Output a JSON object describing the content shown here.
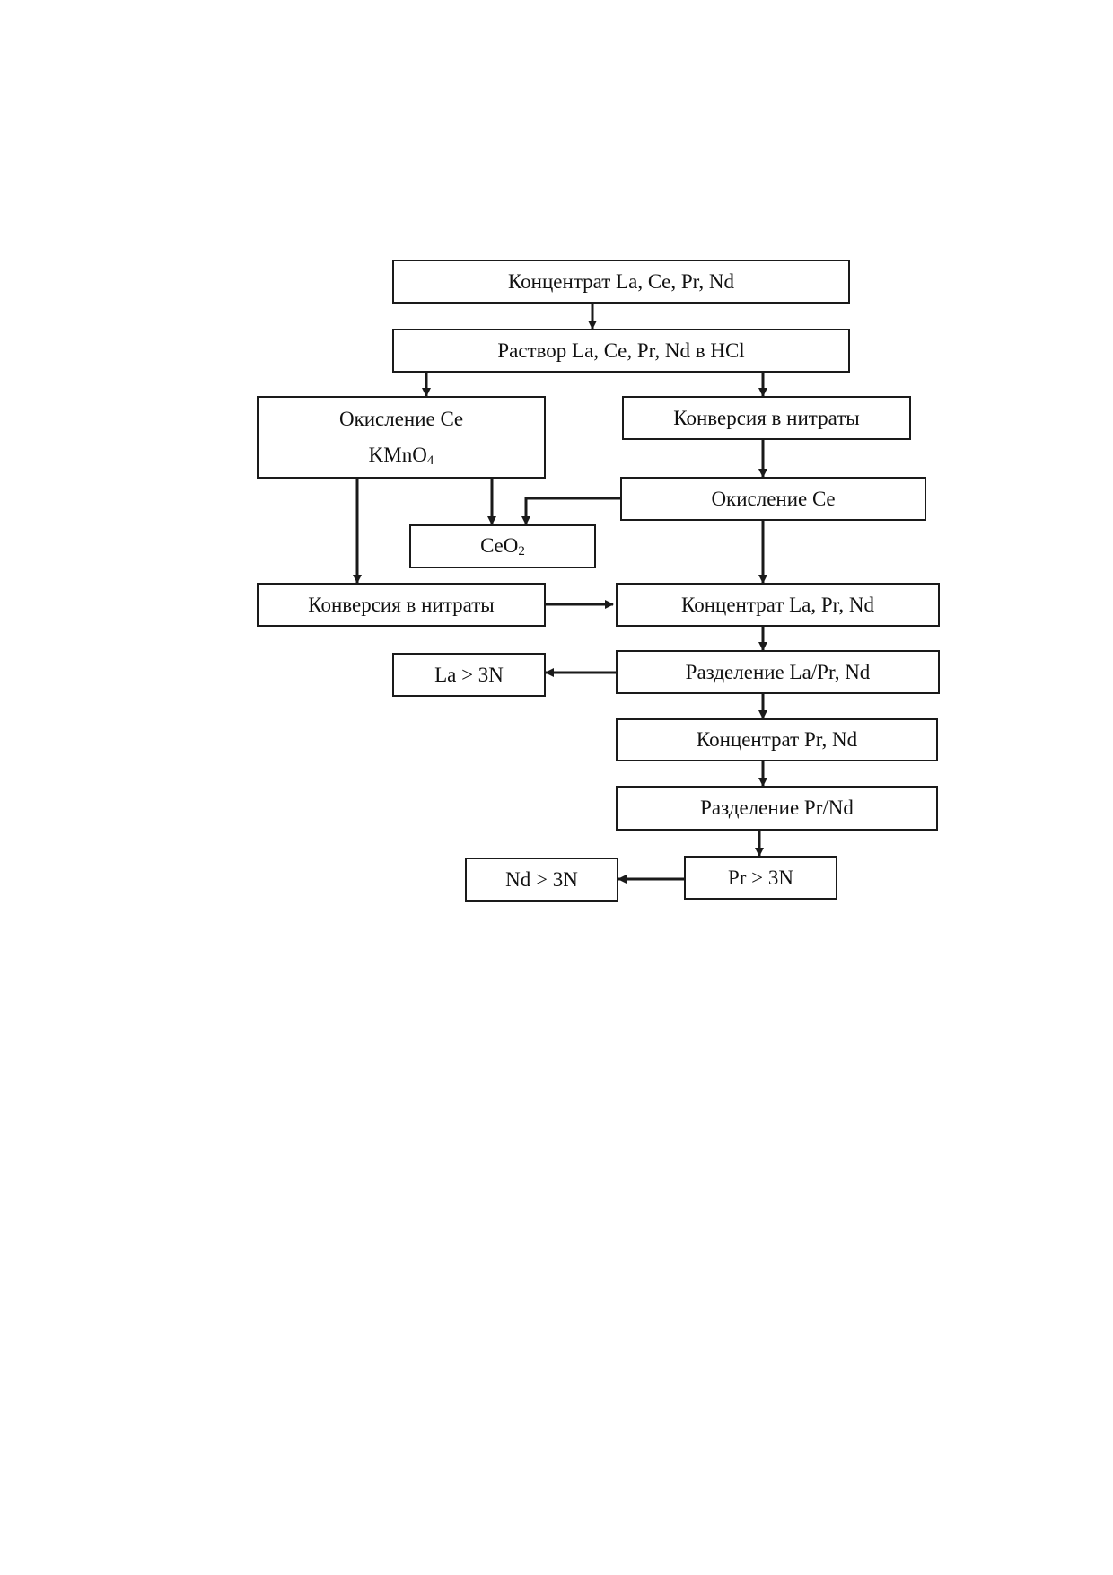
{
  "nodes": {
    "concentrate_la_ce_pr_nd": "Концентрат La, Ce, Pr, Nd",
    "solution_hcl": "Раствор  La, Ce, Pr, Nd в HCl",
    "oxidation_ce_left": "Окисление Ce",
    "oxidation_ce_left_reagent": "KMnO",
    "oxidation_ce_left_reagent_sub": "4",
    "conversion_nitrates_right": "Конверсия в нитраты",
    "oxidation_ce_right": "Окисление Ce",
    "ceo2": "CeO",
    "ceo2_sub": "2",
    "conversion_nitrates_left": "Конверсия в нитраты",
    "concentrate_la_pr_nd": "Концентрат La, Pr, Nd",
    "la_product": "La > 3N",
    "separation_la_pr_nd": "Разделение La/Pr, Nd",
    "concentrate_pr_nd": "Концентрат Pr, Nd",
    "separation_pr_nd": "Разделение Pr/Nd",
    "nd_product": "Nd > 3N",
    "pr_product": "Pr > 3N"
  },
  "edges": [
    [
      "concentrate_la_ce_pr_nd",
      "solution_hcl"
    ],
    [
      "solution_hcl",
      "oxidation_ce_left"
    ],
    [
      "solution_hcl",
      "conversion_nitrates_right"
    ],
    [
      "oxidation_ce_left",
      "ceo2"
    ],
    [
      "oxidation_ce_left",
      "conversion_nitrates_left"
    ],
    [
      "conversion_nitrates_right",
      "oxidation_ce_right"
    ],
    [
      "oxidation_ce_right",
      "ceo2"
    ],
    [
      "oxidation_ce_right",
      "concentrate_la_pr_nd"
    ],
    [
      "conversion_nitrates_left",
      "concentrate_la_pr_nd"
    ],
    [
      "concentrate_la_pr_nd",
      "separation_la_pr_nd"
    ],
    [
      "separation_la_pr_nd",
      "la_product"
    ],
    [
      "separation_la_pr_nd",
      "concentrate_pr_nd"
    ],
    [
      "concentrate_pr_nd",
      "separation_pr_nd"
    ],
    [
      "separation_pr_nd",
      "pr_product"
    ],
    [
      "pr_product",
      "nd_product"
    ]
  ]
}
